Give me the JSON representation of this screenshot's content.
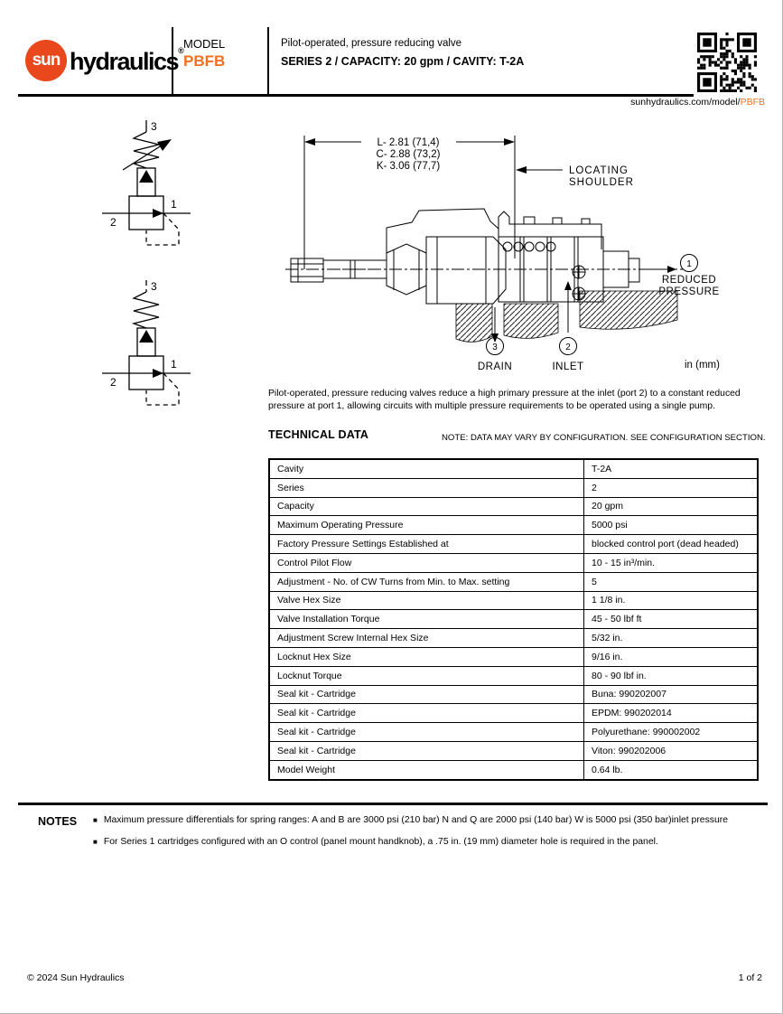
{
  "colors": {
    "logo_red": "#e8481c",
    "accent_orange": "#f26f21"
  },
  "header": {
    "logo_text_sun": "sun",
    "logo_text_hydraulics": "hydraulics",
    "logo_reg_mark": "®",
    "model_label": "MODEL",
    "model_value": "PBFB",
    "title_line1": "Pilot-operated, pressure reducing valve",
    "title_line2": "SERIES 2 / CAPACITY: 20 gpm / CAVITY: T-2A",
    "url_prefix": "sunhydraulics.com/model/",
    "url_model": "PBFB"
  },
  "symbols": {
    "port1": "1",
    "port2": "2",
    "port3": "3"
  },
  "drawing": {
    "dim_line1": "L- 2.81 (71,4)",
    "dim_line2": "C- 2.88 (73,2)",
    "dim_line3": "K- 3.06 (77,7)",
    "locating_shoulder1": "LOCATING",
    "locating_shoulder2": "SHOULDER",
    "port1": "1",
    "port1_label1": "REDUCED",
    "port1_label2": "PRESSURE",
    "port2": "2",
    "port2_label": "INLET",
    "port3": "3",
    "port3_label": "DRAIN",
    "units": "in (mm)"
  },
  "description": "Pilot-operated, pressure reducing valves reduce a high primary pressure at the inlet (port 2) to a constant reduced pressure at port 1, allowing circuits with multiple pressure requirements to be operated using a single pump.",
  "technical_data": {
    "heading": "TECHNICAL DATA",
    "note": "NOTE: DATA MAY VARY BY CONFIGURATION. SEE CONFIGURATION SECTION.",
    "rows": [
      {
        "label": "Cavity",
        "value": "T-2A"
      },
      {
        "label": "Series",
        "value": "2"
      },
      {
        "label": "Capacity",
        "value": "20 gpm"
      },
      {
        "label": "Maximum Operating Pressure",
        "value": "5000 psi"
      },
      {
        "label": "Factory Pressure Settings Established at",
        "value": "blocked control port (dead headed)"
      },
      {
        "label": "Control Pilot Flow",
        "value": "10 - 15 in³/min."
      },
      {
        "label": "Adjustment - No. of CW Turns from Min. to Max. setting",
        "value": "5"
      },
      {
        "label": "Valve Hex Size",
        "value": "1 1/8 in."
      },
      {
        "label": "Valve Installation Torque",
        "value": "45 - 50 lbf ft"
      },
      {
        "label": "Adjustment Screw Internal Hex Size",
        "value": "5/32 in."
      },
      {
        "label": "Locknut Hex Size",
        "value": "9/16 in."
      },
      {
        "label": "Locknut Torque",
        "value": "80 - 90 lbf in."
      },
      {
        "label": "Seal kit - Cartridge",
        "value": "Buna: 990202007"
      },
      {
        "label": "Seal kit - Cartridge",
        "value": "EPDM: 990202014"
      },
      {
        "label": "Seal kit - Cartridge",
        "value": "Polyurethane: 990002002"
      },
      {
        "label": "Seal kit - Cartridge",
        "value": "Viton: 990202006"
      },
      {
        "label": "Model Weight",
        "value": "0.64 lb."
      }
    ]
  },
  "notes": {
    "heading": "NOTES",
    "items": [
      "Maximum pressure differentials for spring ranges: A and B are 3000 psi (210 bar) N and Q are 2000 psi (140 bar) W is 5000 psi (350 bar)inlet pressure",
      "For Series 1 cartridges configured with an O control (panel mount handknob), a .75 in. (19 mm) diameter hole is required in the panel."
    ]
  },
  "footer": {
    "copyright": "© 2024 Sun Hydraulics",
    "page_number": "1 of 2"
  }
}
